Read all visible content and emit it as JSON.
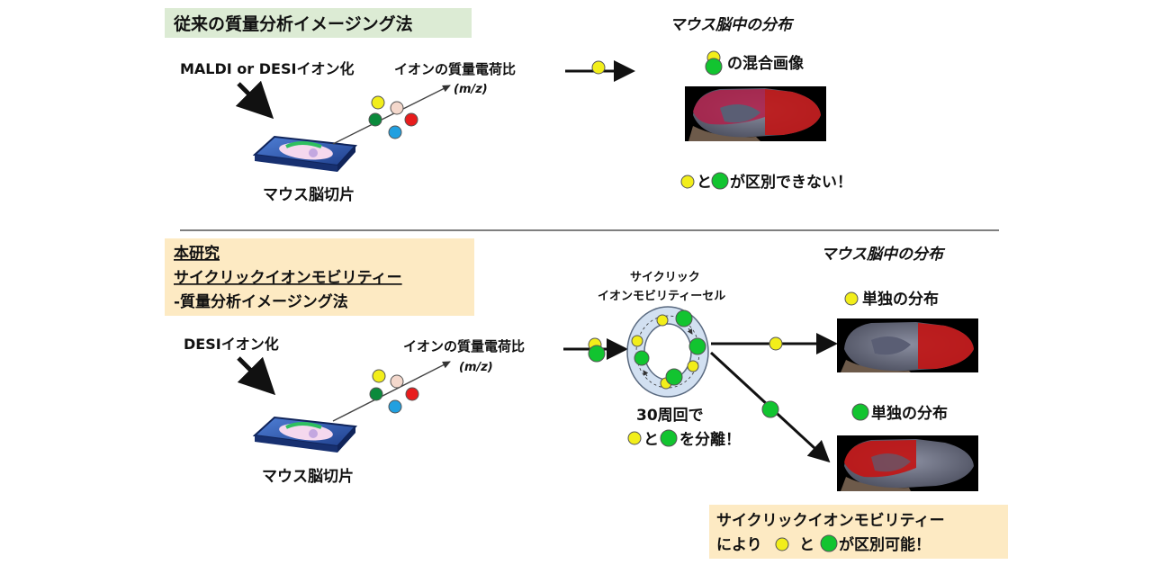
{
  "top": {
    "title": "従来の質量分析イメージング法",
    "ionization": "MALDI or DESIイオン化",
    "mass_charge": "イオンの質量電荷比",
    "mz": "(m/z)",
    "slice": "マウス脳切片",
    "dist_title": "マウス脳中の分布",
    "mixed": "の混合画像",
    "cannot_and": "と",
    "cannot_rest": "が区別できない！"
  },
  "bottom": {
    "title_line1": "本研究",
    "title_line2": "サイクリックイオンモビリティー",
    "title_line3": "-質量分析イメージング法",
    "ionization": "DESIイオン化",
    "mass_charge": "イオンの質量電荷比",
    "mz": "(m/z)",
    "slice": "マウス脳切片",
    "cell_line1": "サイクリック",
    "cell_line2": "イオンモビリティーセル",
    "cycles": "30周回で",
    "sep_and": "と",
    "sep_rest": "を分離！",
    "dist_title": "マウス脳中の分布",
    "yellow_only": "単独の分布",
    "green_only": "単独の分布",
    "conclusion_line1": "サイクリックイオンモビリティー",
    "conclusion_line2a": "により",
    "conclusion_line2b": "と",
    "conclusion_line2c": "が区別可能！"
  },
  "colors": {
    "yellow_ion": "#f2ee1a",
    "green_ion": "#12c430",
    "dark_green_ion": "#0b8a3c",
    "red_ion": "#e81c1c",
    "blue_ion": "#21a0e0",
    "pink_ion": "#f4d8cc",
    "title_box_green": "#dcebd4",
    "title_box_yellow": "#fdeac3",
    "brain_red": "#c11616",
    "brain_magenta": "#b0204a",
    "brain_gray": "#6b6f80"
  }
}
